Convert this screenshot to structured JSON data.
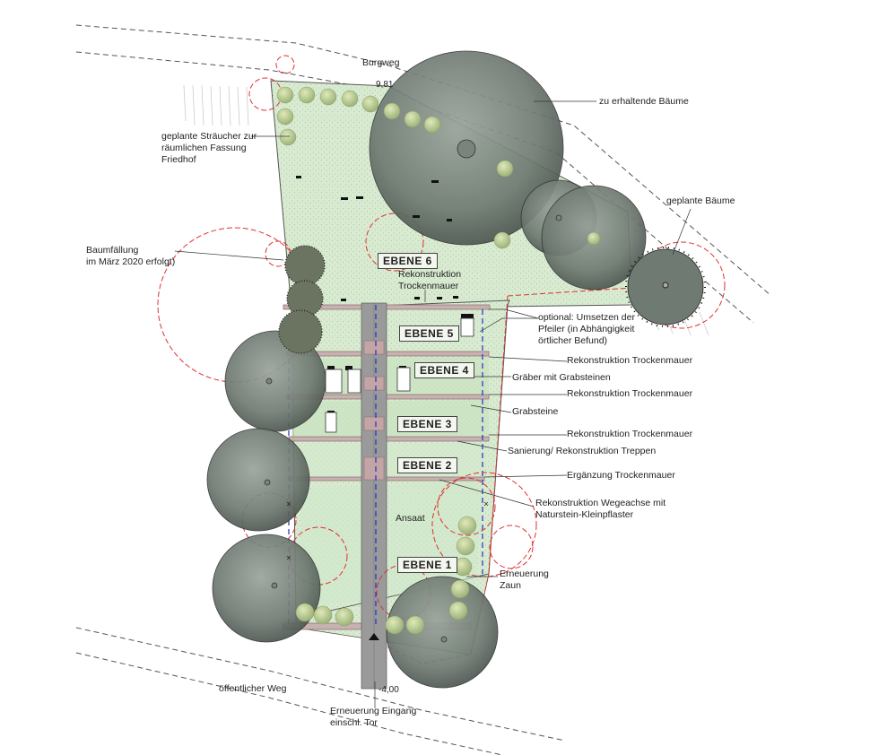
{
  "labels": {
    "burgweg": "Burgweg",
    "oeffentlicher_weg": "öffentlicher Weg",
    "ansaat": "Ansaat",
    "zu_erhaltende_baeume": "zu erhaltende Bäume",
    "geplante_baeume": "geplante Bäume",
    "geplante_straeucher": "geplante Sträucher zur\nräumlichen Fassung\nFriedhof",
    "baumfaellung": "Baumfällung\nim März 2020 erfolgt)",
    "rekonstruktion_trockenmauer_top": "Rekonstruktion\nTrockenmauer",
    "optional_umsetzen": "optional: Umsetzen der\nPfeiler (in Abhängigkeit\nörtlicher Befund)",
    "rekon_trockenmauer_1": "Rekonstruktion Trockenmauer",
    "graeber_mit_grabsteinen": "Gräber mit Grabsteinen",
    "rekon_trockenmauer_2": "Rekonstruktion Trockenmauer",
    "grabsteine": "Grabsteine",
    "rekon_trockenmauer_3": "Rekonstruktion Trockenmauer",
    "sanierung_treppen": "Sanierung/ Rekonstruktion Treppen",
    "ergaenzung_trockenmauer": "Ergänzung Trockenmauer",
    "rekon_wegeachse": "Rekonstruktion Wegeachse mit\nNaturstein-Kleinpflaster",
    "erneuerung_zaun": "Erneuerung\nZaun",
    "erneuerung_eingang": "Erneuerung Eingang\neinschl. Tor"
  },
  "ebenen": [
    "EBENE 6",
    "EBENE 5",
    "EBENE 4",
    "EBENE 3",
    "EBENE 2",
    "EBENE 1"
  ],
  "dimensions": {
    "top": "9,81",
    "bottom": "-4,00"
  },
  "colors": {
    "lawn": "#d9ecd2",
    "lawn_dark": "#c8e2bf",
    "tree_canopy": "#6f7a72",
    "shrub": "#b9cc94",
    "wall": "#b89a9a",
    "path": "#8c8c8c",
    "red_dashed": "#e03030",
    "blue_axis": "#2030c8"
  }
}
